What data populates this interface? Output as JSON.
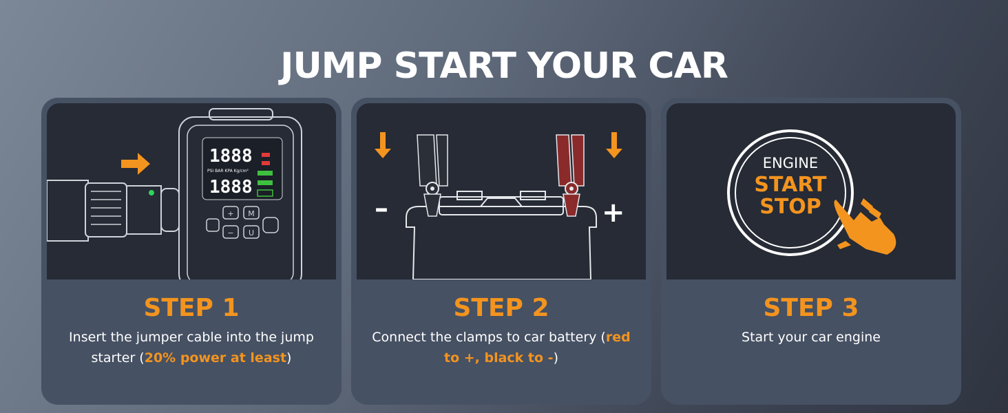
{
  "title": "JUMP START YOUR CAR",
  "accent_color": "#f3941f",
  "steps": [
    {
      "title": "STEP 1",
      "text_before": "Insert the jumper cable into the jump starter (",
      "highlight": "20% power at least",
      "text_after": ")",
      "device_display": "1888",
      "device_units": "PSI  BAR  KPA  Kg/cm²"
    },
    {
      "title": "STEP 2",
      "text_before": "Connect the clamps to car battery (",
      "highlight": "red to +, black to -",
      "text_after": ")",
      "minus_label": "–",
      "plus_label": "+"
    },
    {
      "title": "STEP 3",
      "text_before": "Start your car engine",
      "highlight": "",
      "text_after": "",
      "button_line1": "ENGINE",
      "button_line2": "START",
      "button_line3": "STOP"
    }
  ]
}
